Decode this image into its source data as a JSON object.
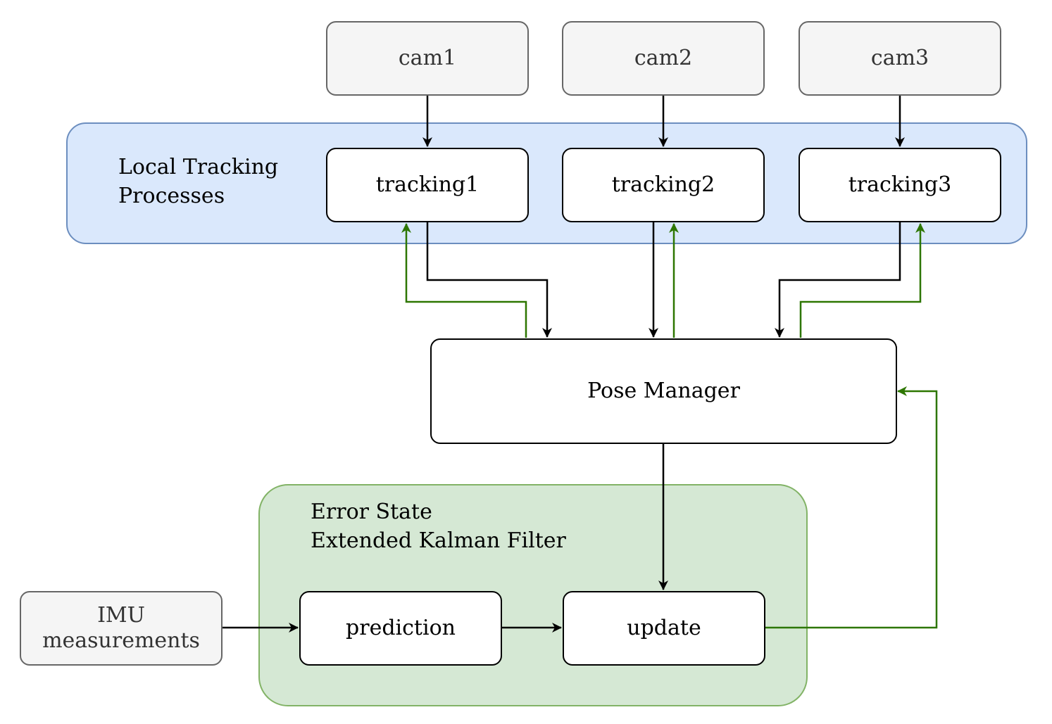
{
  "groups": {
    "local_tracking": {
      "label": "Local Tracking\nProcesses"
    },
    "eskf": {
      "label": "Error State\nExtended Kalman Filter"
    }
  },
  "nodes": {
    "cam1": "cam1",
    "cam2": "cam2",
    "cam3": "cam3",
    "tracking1": "tracking1",
    "tracking2": "tracking2",
    "tracking3": "tracking3",
    "pose_manager": "Pose Manager",
    "imu": "IMU\nmeasurements",
    "prediction": "prediction",
    "update": "update"
  },
  "colors": {
    "arrow_black": "#000000",
    "arrow_green": "#2d7600",
    "blue_fill": "#dae8fc",
    "blue_border": "#6c8ebf",
    "green_fill": "#d5e8d4",
    "green_border": "#82b366",
    "input_fill": "#f5f5f5",
    "input_border": "#666666"
  }
}
